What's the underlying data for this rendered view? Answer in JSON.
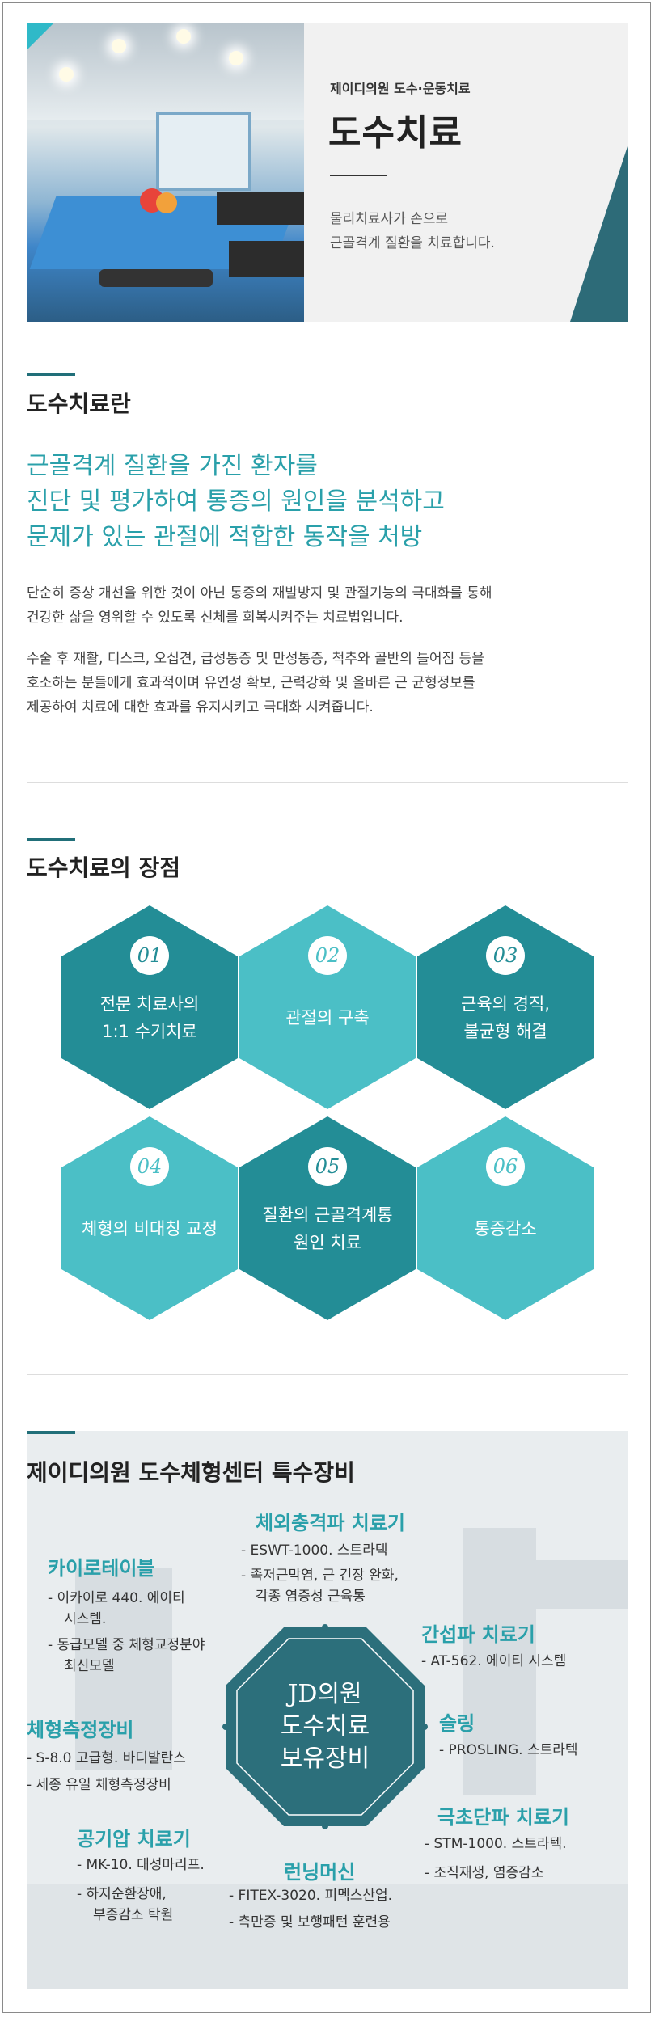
{
  "hero": {
    "subtitle": "제이디의원 도수·운동치료",
    "title": "도수치료",
    "desc_line1": "물리치료사가 손으로",
    "desc_line2": "근골격계 질환을 치료합니다."
  },
  "about": {
    "heading": "도수치료란",
    "lead": [
      "근골격계 질환을 가진 환자를",
      "진단 및 평가하여 통증의 원인을 분석하고",
      "문제가 있는 관절에 적합한 동작을 처방"
    ],
    "para1": [
      "단순히 증상 개선을 위한 것이 아닌 통증의 재발방지 및 관절기능의 극대화를 통해",
      "건강한 삶을 영위할 수 있도록 신체를 회복시켜주는 치료법입니다."
    ],
    "para2": [
      "수술 후 재활, 디스크, 오십견, 급성통증 및 만성통증, 척추와 골반의 틀어짐 등을",
      "호소하는 분들에게 효과적이며 유연성 확보, 근력강화 및 올바른 근 균형정보를",
      "제공하여 치료에 대한 효과를 유지시키고 극대화 시켜줍니다."
    ]
  },
  "benefits": {
    "heading": "도수치료의 장점",
    "items": [
      {
        "num": "01",
        "lines": [
          "전문 치료사의",
          "1:1 수기치료"
        ],
        "color": "#238d96"
      },
      {
        "num": "02",
        "lines": [
          "관절의 구축"
        ],
        "color": "#4bbfc6"
      },
      {
        "num": "03",
        "lines": [
          "근육의 경직,",
          "불균형 해결"
        ],
        "color": "#238d96"
      },
      {
        "num": "04",
        "lines": [
          "체형의 비대칭 교정"
        ],
        "color": "#4bbfc6"
      },
      {
        "num": "05",
        "lines": [
          "질환의 근골격계통",
          "원인 치료"
        ],
        "color": "#238d96"
      },
      {
        "num": "06",
        "lines": [
          "통증감소"
        ],
        "color": "#4bbfc6"
      }
    ]
  },
  "equipment": {
    "heading": "제이디의원 도수체형센터 특수장비",
    "center": [
      "JD의원",
      "도수치료",
      "보유장비"
    ],
    "groups": {
      "chiro": {
        "title": "카이로테이블",
        "lines": [
          "- 이카이로 440. 에이티",
          "시스템.",
          "- 동급모델 중 체형교정분야",
          "최신모델"
        ]
      },
      "shock": {
        "title": "체외충격파 치료기",
        "lines": [
          "- ESWT-1000. 스트라텍",
          "- 족저근막염, 근 긴장 완화,",
          "각종 염증성 근육통"
        ]
      },
      "interf": {
        "title": "간섭파 치료기",
        "lines": [
          "- AT-562. 에이티 시스템"
        ]
      },
      "body": {
        "title": "체형측정장비",
        "lines": [
          "- S-8.0 고급형. 바디발란스",
          "- 세종 유일 체형측정장비"
        ]
      },
      "sling": {
        "title": "슬링",
        "lines": [
          "- PROSLING. 스트라텍"
        ]
      },
      "air": {
        "title": "공기압 치료기",
        "lines": [
          "- MK-10. 대성마리프.",
          "- 하지순환장애,",
          "부종감소 탁월"
        ]
      },
      "run": {
        "title": "런닝머신",
        "lines": [
          "- FITEX-3020. 피멕스산업.",
          "- 측만증 및 보행패턴 훈련용"
        ]
      },
      "ultra": {
        "title": "극초단파 치료기",
        "lines": [
          "- STM-1000. 스트라텍.",
          "- 조직재생, 염증감소"
        ]
      }
    }
  }
}
